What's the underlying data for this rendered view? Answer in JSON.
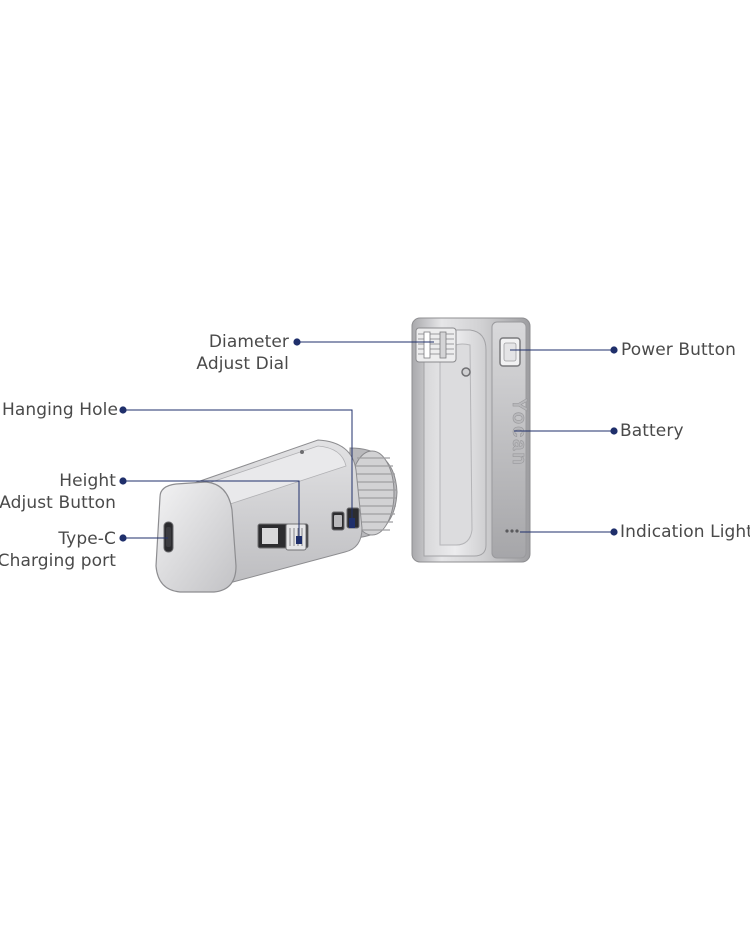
{
  "callouts": {
    "diameter_adjust_dial": {
      "line1": "Diameter",
      "line2": "Adjust Dial"
    },
    "hanging_hole": {
      "text": "Hanging Hole"
    },
    "height_adjust_button": {
      "line1": "Height",
      "line2": "Adjust Button"
    },
    "type_c_charging_port": {
      "line1": "Type-C",
      "line2": "Charging port"
    },
    "power_button": {
      "text": "Power Button"
    },
    "battery": {
      "text": "Battery"
    },
    "indication_light": {
      "text": "Indication Light"
    }
  },
  "brand_mark": "Yocan",
  "colors": {
    "leader": "#1f2f6b",
    "label": "#4a4a4a",
    "device_body": "#c9c9cb",
    "device_highlight": "#eeeeef"
  }
}
